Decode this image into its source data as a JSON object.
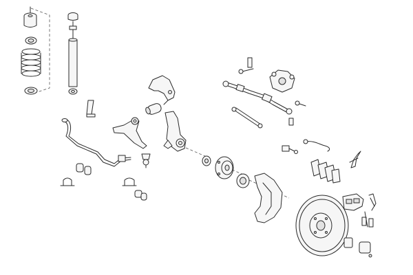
{
  "diagram": {
    "kind": "exploded front suspension and brake assembly",
    "background": "#ffffff",
    "stroke_color": "#2a2a2a",
    "parts": [
      "strut-top-mount",
      "spring-upper-seat",
      "coil-spring",
      "spring-lower-seat",
      "shock-absorber",
      "stabilizer-link-bracket",
      "stabilizer-bar",
      "stabilizer-bushing",
      "stabilizer-clamp",
      "control-arm",
      "control-arm-bushing",
      "ball-joint",
      "upper-arm-bracket",
      "steering-knuckle",
      "wheel-hub",
      "wheel-bearing",
      "brake-dust-shield",
      "brake-disc",
      "brake-caliper",
      "brake-pads",
      "tie-rod-assembly",
      "tie-rod-end",
      "steering-damper",
      "power-steering-pump",
      "abs-sensor-cable",
      "brake-wear-sensor",
      "caliper-spring-clip",
      "caliper-mounting-kit"
    ]
  }
}
